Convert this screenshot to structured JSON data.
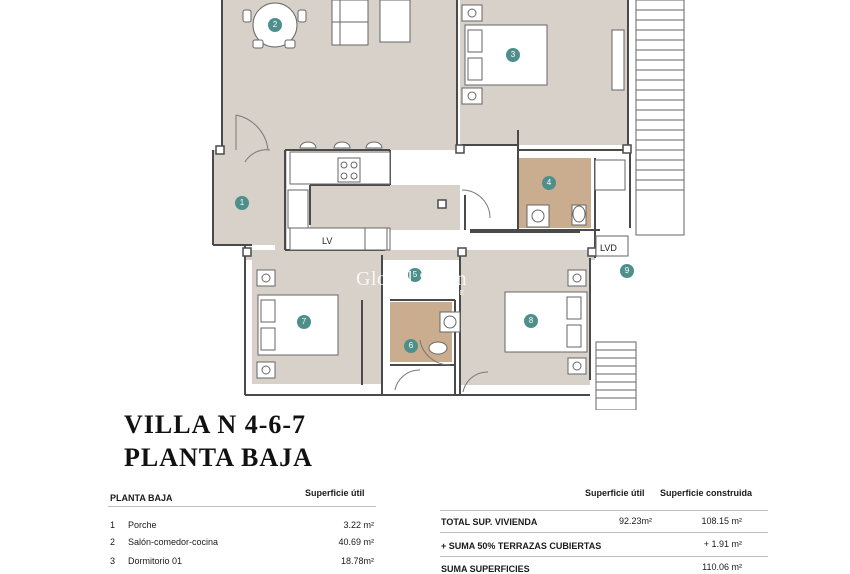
{
  "plan": {
    "room_markers": [
      "1",
      "2",
      "3",
      "4",
      "5",
      "6",
      "7",
      "8",
      "9"
    ],
    "labels": {
      "lv": "LV",
      "lvd": "LVD"
    },
    "watermark": {
      "name": "Global Spain",
      "sub": "REAL ESTATE"
    },
    "colors": {
      "floor": "#d8d1c9",
      "bath": "#c9ad8e",
      "wall": "#4a4a4a",
      "marker": "#4e8f8b"
    }
  },
  "title": {
    "line1": "VILLA N 4-6-7",
    "line2": "PLANTA BAJA"
  },
  "left_table": {
    "header": "PLANTA BAJA",
    "col_header": "Superficie útil",
    "rows": [
      {
        "n": "1",
        "name": "Porche",
        "value": "3.22 m²"
      },
      {
        "n": "2",
        "name": "Salón-comedor-cocina",
        "value": "40.69 m²"
      },
      {
        "n": "3",
        "name": "Dormitorio 01",
        "value": "18.78m²"
      }
    ]
  },
  "right_table": {
    "col_header_1": "Superficie útil",
    "col_header_2": "Superficie construida",
    "rows": [
      {
        "name": "TOTAL SUP. VIVIENDA",
        "util": "92.23m²",
        "construida": "108.15 m²"
      },
      {
        "name": "+ SUMA 50% TERRAZAS CUBIERTAS",
        "util": "",
        "construida": "+ 1.91 m²"
      },
      {
        "name": "SUMA SUPERFICIES",
        "util": "",
        "construida": "110.06 m²"
      }
    ]
  }
}
